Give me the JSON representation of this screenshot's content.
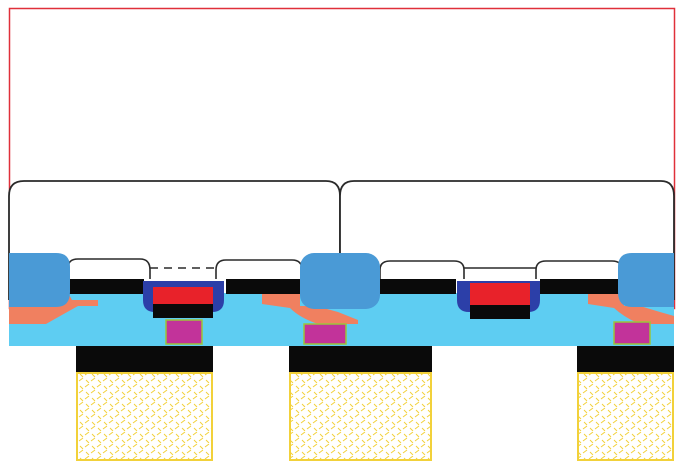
{
  "colors": {
    "background": "#ffffff",
    "outer_frame": "#e0303a",
    "outline": "#2a2a2a",
    "substrate": "#5ecdf2",
    "isolation_block": "#4a9ad6",
    "salmon_layer": "#f08060",
    "black_layer": "#0a0a0a",
    "gate_red": "#e8222a",
    "gate_cap_dark_blue": "#2c3fa8",
    "magenta_contact": "#c2339a",
    "contact_border": "#9ac43a",
    "pad_border": "#f2d13a",
    "pad_hatch": "#f2d13a"
  },
  "elements": {
    "outer_frame": "enclosure",
    "domes": [
      "left-dome",
      "right-dome"
    ],
    "small_domes": [
      "small-dome-1",
      "small-dome-2",
      "small-dome-3",
      "small-dome-4"
    ],
    "isolation_blocks": [
      "isolation-left",
      "isolation-middle",
      "isolation-right"
    ],
    "gates": [
      "gate-left",
      "gate-right"
    ],
    "contacts": [
      "contact-left",
      "contact-middle",
      "contact-right"
    ],
    "pads": [
      "pad-left",
      "pad-middle",
      "pad-right"
    ]
  }
}
